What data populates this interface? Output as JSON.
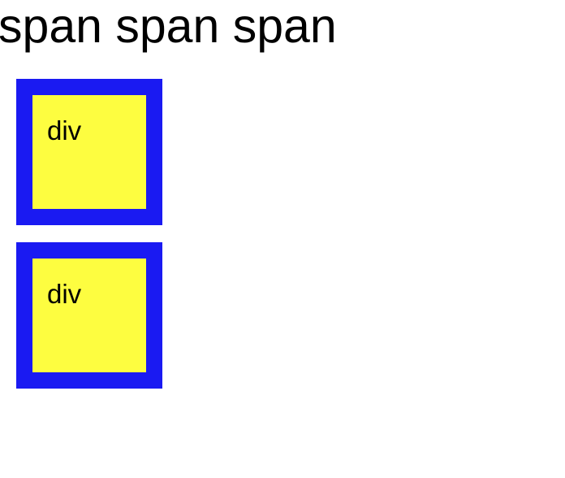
{
  "page": {
    "background": "#ffffff"
  },
  "heading": {
    "words": [
      "span",
      "span",
      "span"
    ]
  },
  "boxes": [
    {
      "label": "div"
    },
    {
      "label": "div"
    }
  ],
  "colors": {
    "box_border": "#1a1af2",
    "box_background": "#fdfd40",
    "text": "#000000"
  }
}
